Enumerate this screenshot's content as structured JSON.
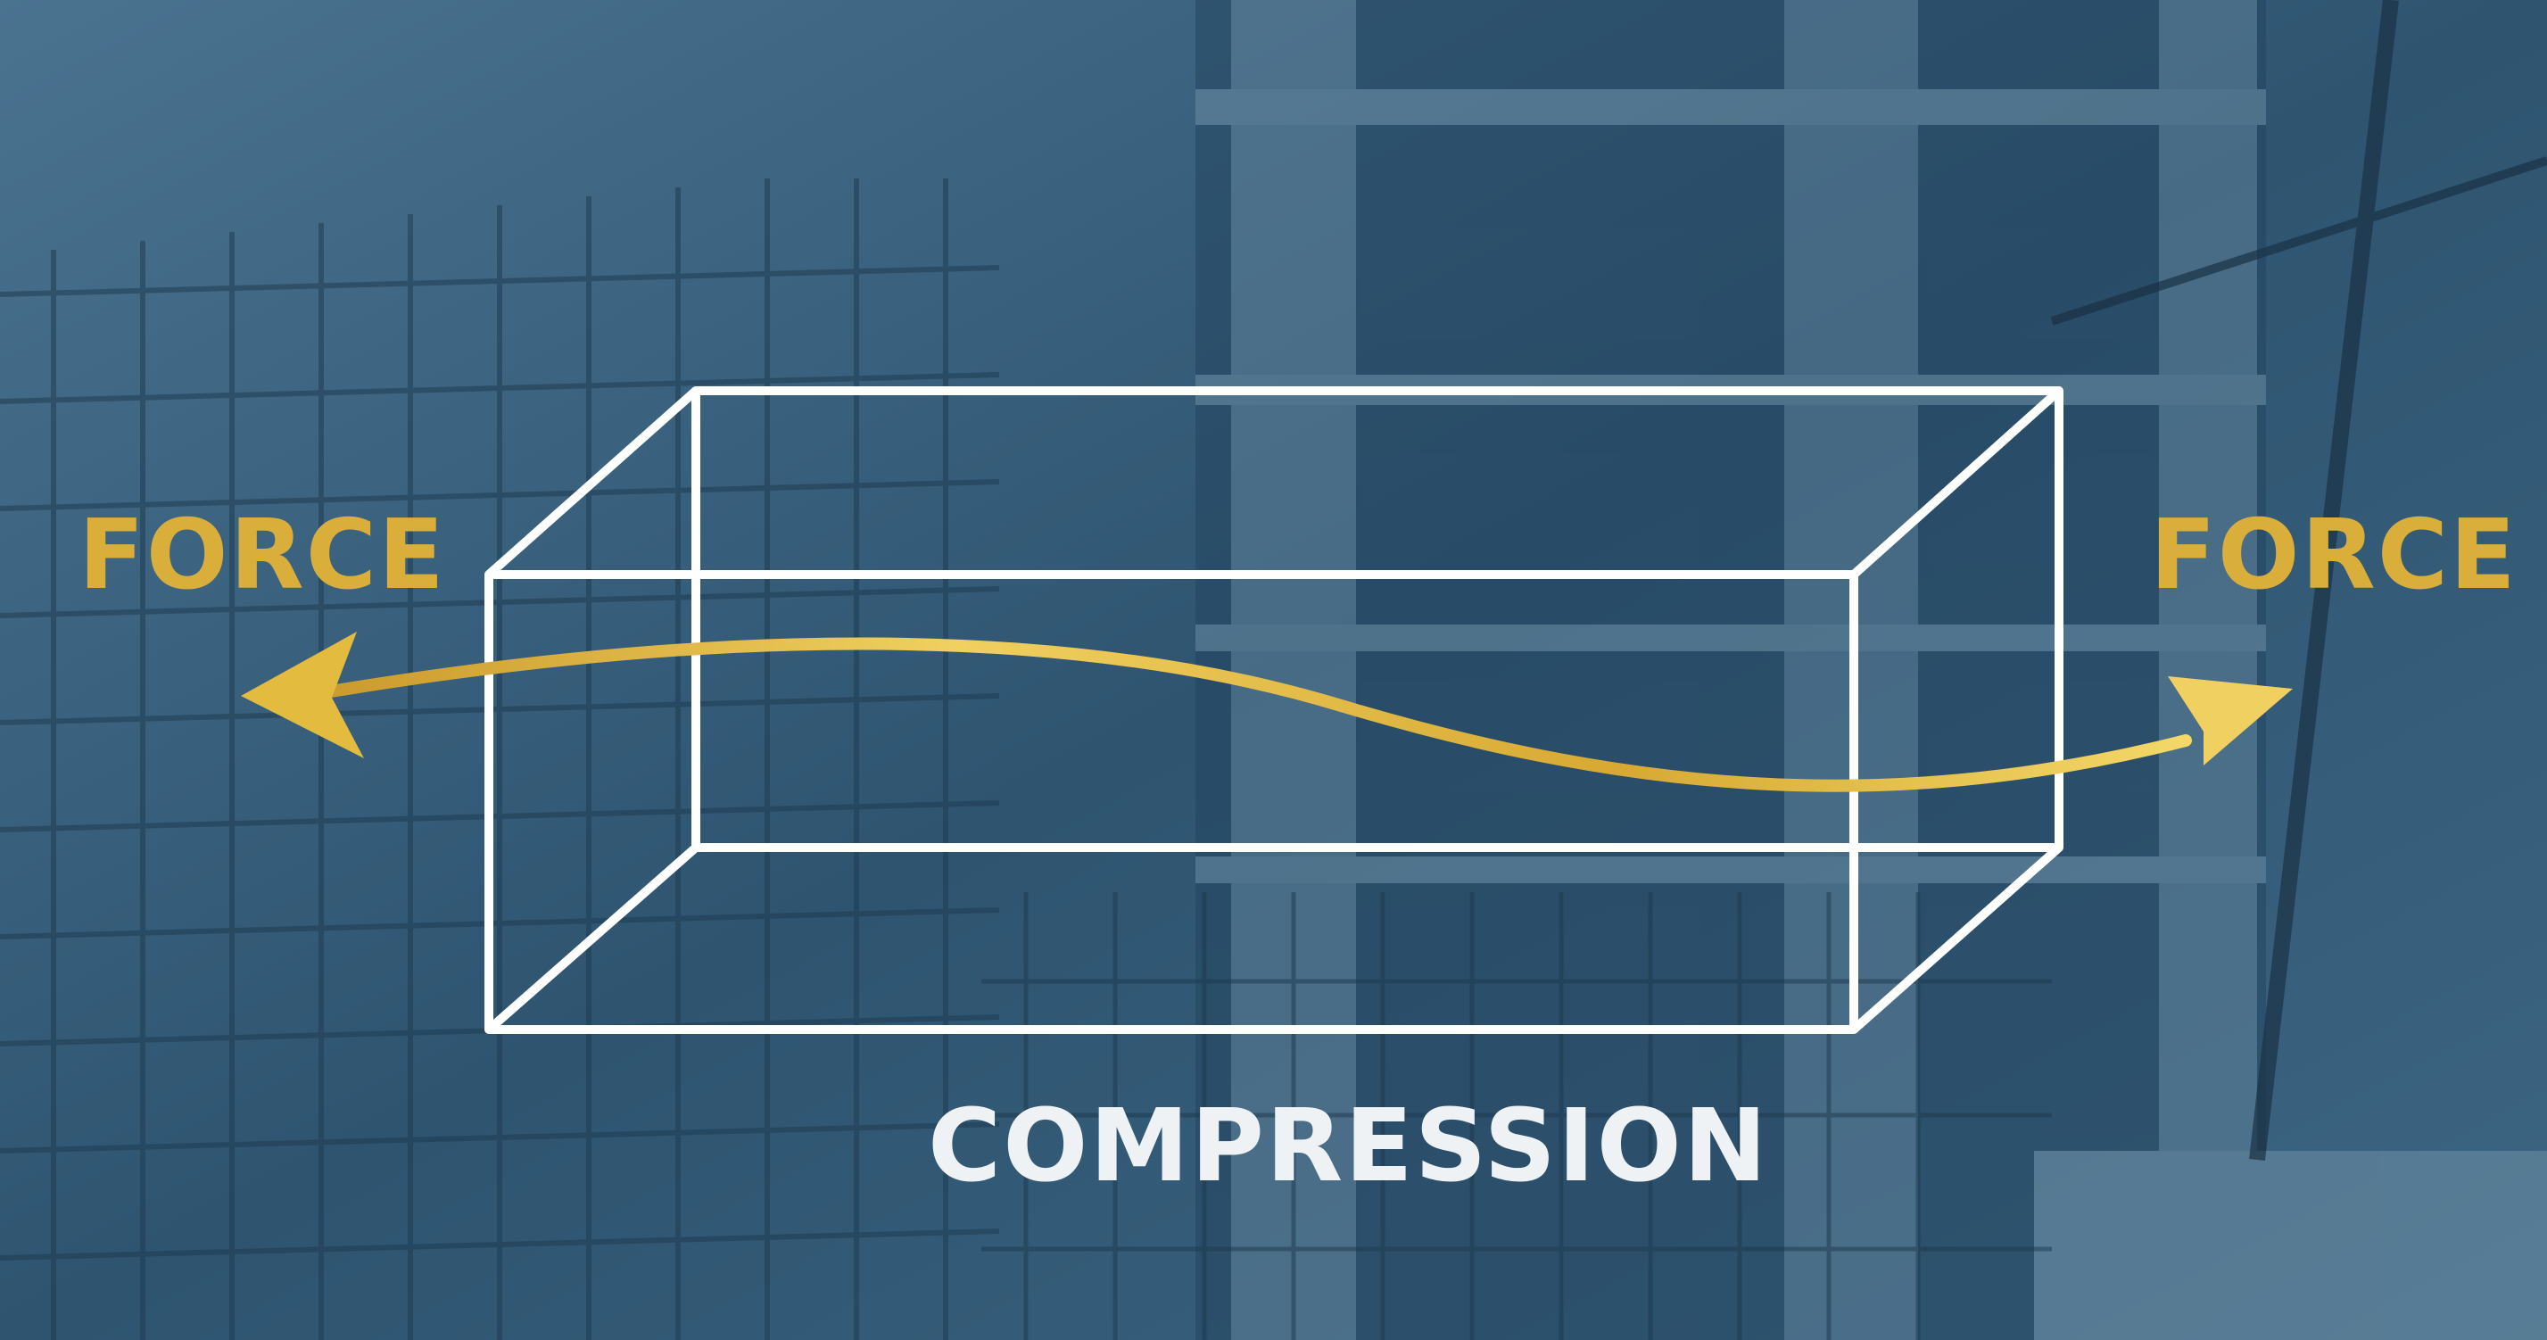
{
  "diagram": {
    "labels": {
      "force_left": "FORCE",
      "force_right": "FORCE",
      "caption": "COMPRESSION"
    },
    "colors": {
      "background_tint": "#2f5470",
      "force_text": "#d9ae3a",
      "arrow_gold": "#e2bb3f",
      "box_outline": "#ffffff",
      "caption_text": "#eef2f4"
    },
    "background": {
      "description_icon": "construction-scaffolding-photo"
    }
  }
}
